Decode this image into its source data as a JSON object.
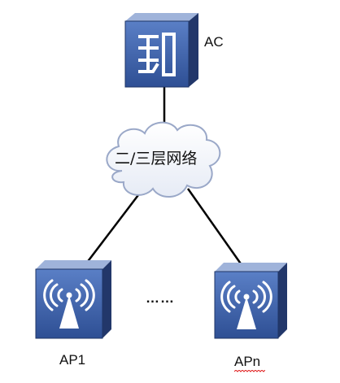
{
  "nodes": {
    "ac_label": "AC",
    "network_label": "二/三层网络",
    "ap1_label": "AP1",
    "apn_label": "APn",
    "ellipsis": "……"
  },
  "colors": {
    "device_face": "#3a5ea8",
    "device_side": "#22376a",
    "device_top": "#8aa3d1",
    "cloud_fill": "#ffffff",
    "cloud_stroke": "#9aa8c8",
    "link": "#000000"
  },
  "icons": {
    "ac": "ac-controller-icon",
    "cloud": "network-cloud-icon",
    "ap": "wireless-ap-icon"
  }
}
